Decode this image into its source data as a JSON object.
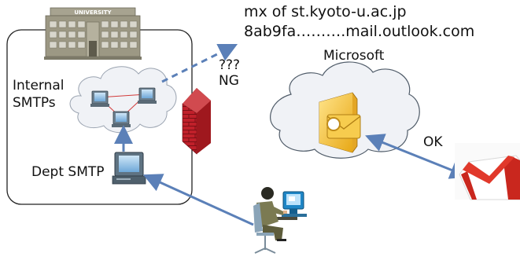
{
  "university_sign": "UNIVERSITY",
  "mx_line1": "mx of st.kyoto-u.ac.jp",
  "mx_line2": "8ab9fa……….mail.outlook.com",
  "unknown_label": "???",
  "ng_label": "NG",
  "microsoft_label": "Microsoft",
  "internal_label_line1": "Internal",
  "internal_label_line2": "SMTPs",
  "ok_label": "OK",
  "dept_smtp_label": "Dept SMTP",
  "colors": {
    "arrow_blue": "#5b80b8",
    "firewall_red": "#c0202a",
    "cloud_fill": "#f0f2f6",
    "building": "#8e8a78",
    "gmail_red": "#d93025"
  }
}
